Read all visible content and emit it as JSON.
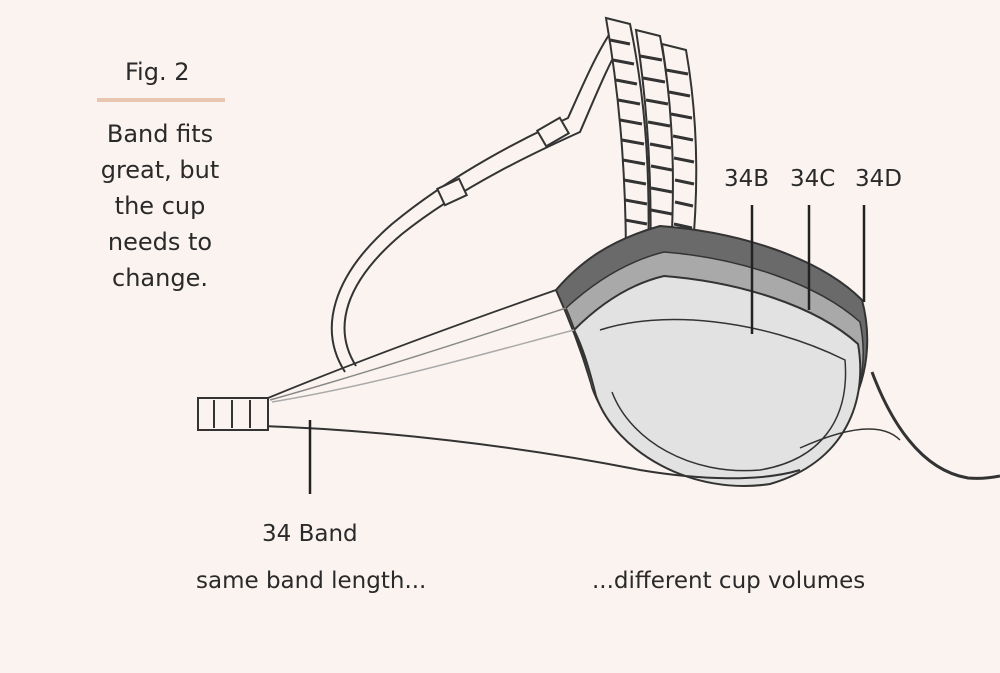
{
  "figure": {
    "title": "Fig. 2",
    "caption": "Band fits great, but the cup needs to change."
  },
  "cup_sizes": [
    "34B",
    "34C",
    "34D"
  ],
  "band": {
    "label": "34 Band",
    "note": "same band length..."
  },
  "cups_note": "...different cup volumes",
  "colors": {
    "background": "#faf3f0",
    "accent_rule": "#e8c6b0",
    "cup_b": "#e2e2e2",
    "cup_c": "#a9a9a9",
    "cup_d": "#6a6a6a",
    "line": "#333333"
  }
}
